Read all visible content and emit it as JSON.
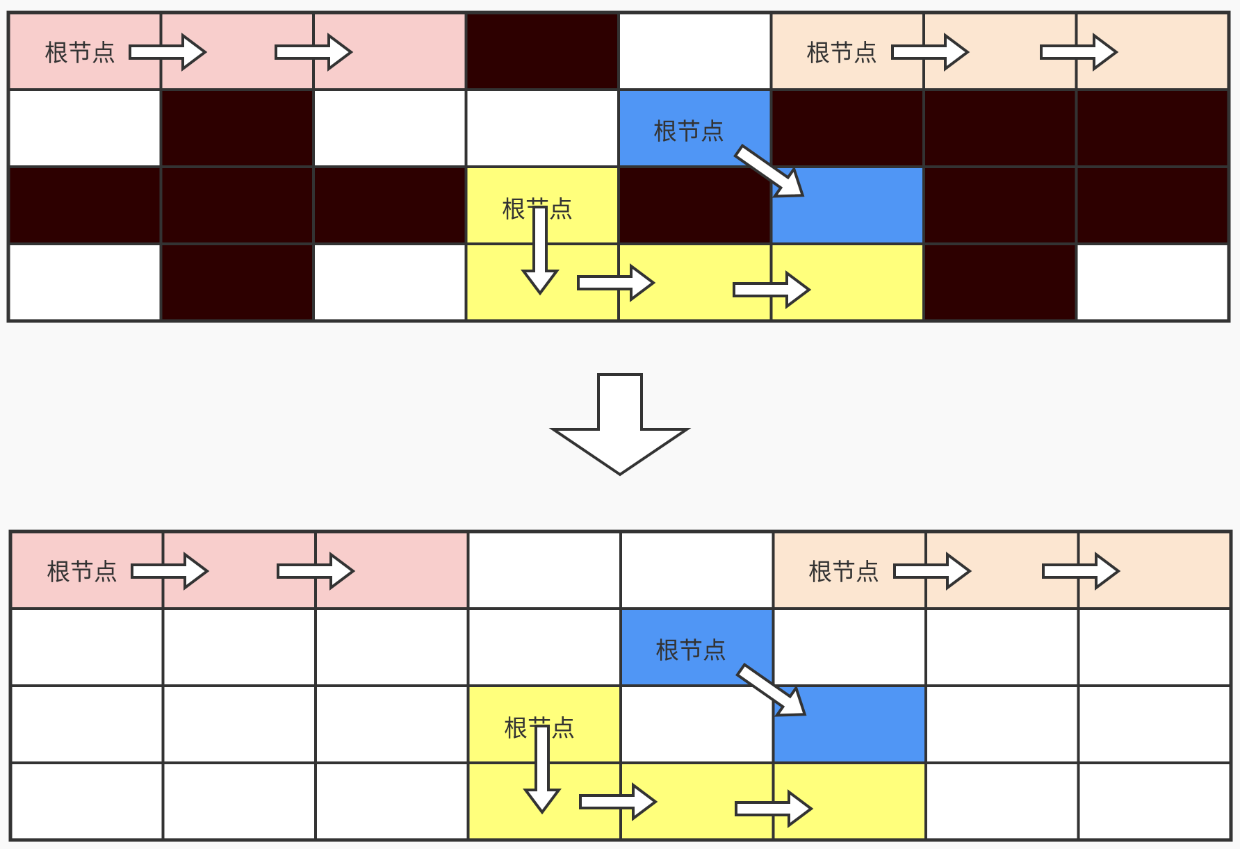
{
  "colors": {
    "background": "#f9f9f9",
    "grid_line": "#333333",
    "obstacle": "#2d0000",
    "empty": "#ffffff",
    "pink": "#f8cecc",
    "peach": "#fce6d1",
    "blue": "#5096f5",
    "yellow": "#ffff7c",
    "arrow_fill": "#ffffff",
    "arrow_stroke": "#333333"
  },
  "root_label": "根节点",
  "grids": [
    {
      "name": "before",
      "rows": [
        [
          "pink",
          "pink",
          "pink",
          "obstacle",
          "empty",
          "peach",
          "peach",
          "peach"
        ],
        [
          "empty",
          "obstacle",
          "empty",
          "empty",
          "blue",
          "obstacle",
          "obstacle",
          "obstacle"
        ],
        [
          "obstacle",
          "obstacle",
          "obstacle",
          "yellow",
          "obstacle",
          "blue",
          "obstacle",
          "obstacle"
        ],
        [
          "empty",
          "obstacle",
          "empty",
          "yellow",
          "yellow",
          "yellow",
          "obstacle",
          "empty"
        ]
      ]
    },
    {
      "name": "after",
      "rows": [
        [
          "pink",
          "pink",
          "pink",
          "empty",
          "empty",
          "peach",
          "peach",
          "peach"
        ],
        [
          "empty",
          "empty",
          "empty",
          "empty",
          "blue",
          "empty",
          "empty",
          "empty"
        ],
        [
          "empty",
          "empty",
          "empty",
          "yellow",
          "empty",
          "blue",
          "empty",
          "empty"
        ],
        [
          "empty",
          "empty",
          "empty",
          "yellow",
          "yellow",
          "yellow",
          "empty",
          "empty"
        ]
      ]
    }
  ]
}
